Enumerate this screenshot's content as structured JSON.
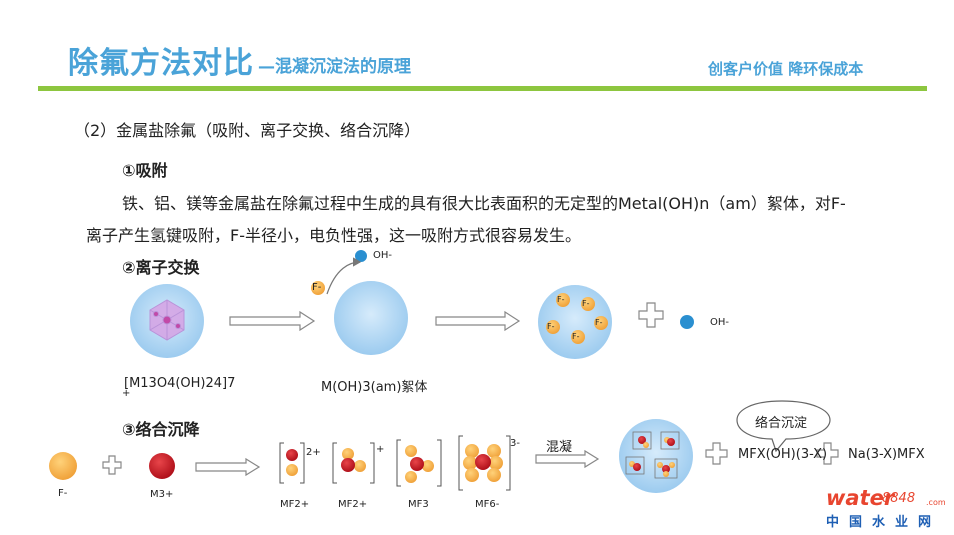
{
  "header": {
    "title": "除氟方法对比",
    "subtitle": "—混凝沉淀法的原理",
    "slogan": "创客户价值  降环保成本"
  },
  "section": {
    "heading": "（2）金属盐除氟（吸附、离子交换、络合沉降）"
  },
  "adsorption": {
    "heading": "①吸附",
    "line1": "铁、铝、镁等金属盐在除氟过程中生成的具有很大比表面积的无定型的Metal(OH)n（am）絮体，对F-",
    "line2": "离子产生氢键吸附，F-半径小，电负性强，这一吸附方式很容易发生。"
  },
  "ion_exchange": {
    "heading": "②离子交换",
    "oh_label": "OH-",
    "f_label": "F-",
    "left_label": "[M13O4(OH)24]7",
    "left_label_sup": "+",
    "mid_label": "M(OH)3(am)絮体",
    "oh_result": "OH-"
  },
  "complexation": {
    "heading": "③络合沉降",
    "f_ion": "F-",
    "metal_ion": "M3+",
    "mf1": "MF2+",
    "mf1_charge": "2+",
    "mf2": "MF2+",
    "mf2_charge": "+",
    "mf3": "MF3",
    "mf6": "MF6-",
    "mf6_charge": "3-",
    "coag": "混凝",
    "bubble": "络合沉淀",
    "product1": "MFX(OH)(3-X)",
    "product2": "Na(3-X)MFX"
  },
  "logo": {
    "brand": "water",
    "number": "8848",
    "tld": ".com",
    "cn": "中国水业网"
  },
  "colors": {
    "accent": "#4aa3d8",
    "rule": "#8dc63f",
    "floc": "#a9d3f3",
    "fluoride": "#f7b54a",
    "metal": "#c8161d",
    "hydroxide": "#2a8fd0"
  }
}
